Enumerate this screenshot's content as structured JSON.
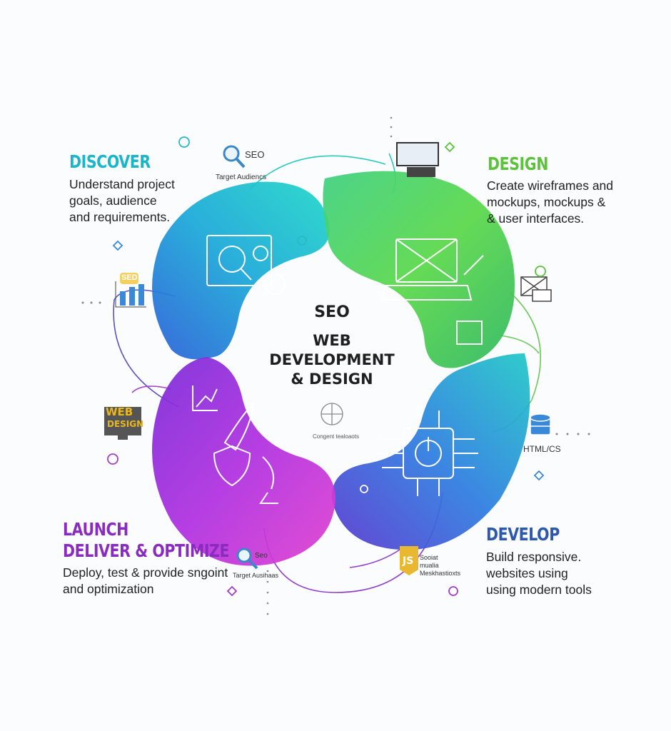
{
  "center": {
    "seo": "SEO",
    "line1": "WEB",
    "line2": "DEVELOPMENT",
    "line3": "& DESIGN"
  },
  "stages": [
    {
      "title": "DISCOVER",
      "lines": [
        "Understand project",
        "goals, audience",
        "and requirements."
      ],
      "color": "#19b6c9"
    },
    {
      "title": "DESIGN",
      "lines": [
        "Create wireframes and",
        "mockups, mockups &",
        "& user interfaces."
      ],
      "color": "#5cc23a"
    },
    {
      "title": "DEVELOP",
      "lines": [
        "Build responsive.",
        "websites using",
        "using modern tools"
      ],
      "color": "#2d58ae"
    },
    {
      "title": "LAUNCH",
      "subtitle": "DELIVER & OPTIMIZE",
      "lines": [
        "Deploy, test & provide sngoint",
        "and optimization"
      ],
      "color": "#8a2bbf"
    }
  ],
  "labels": {
    "seo_top": "SEO",
    "target_top": "Target Audiencs",
    "seo_chart": "SED",
    "web_design_logo": "WEB DESIGN",
    "center_icon_caption": "Congent tealoaots",
    "html_css": "HTML/CS",
    "seo_bottom": "Seo",
    "target_bottom": "Target Ausihaas",
    "js_caption": [
      "Sooiat",
      "mualia",
      "Meskhastioxts"
    ]
  },
  "icons": [
    "magnifier-icon",
    "gear-icon",
    "brain-icon",
    "laptop-icon",
    "pencil-icon",
    "wireframe-icon",
    "chip-power-icon",
    "rocket-icon",
    "shield-icon",
    "satellite-icon",
    "growth-chart-icon",
    "database-icon",
    "js-icon",
    "email-icon",
    "monitor-icon"
  ]
}
